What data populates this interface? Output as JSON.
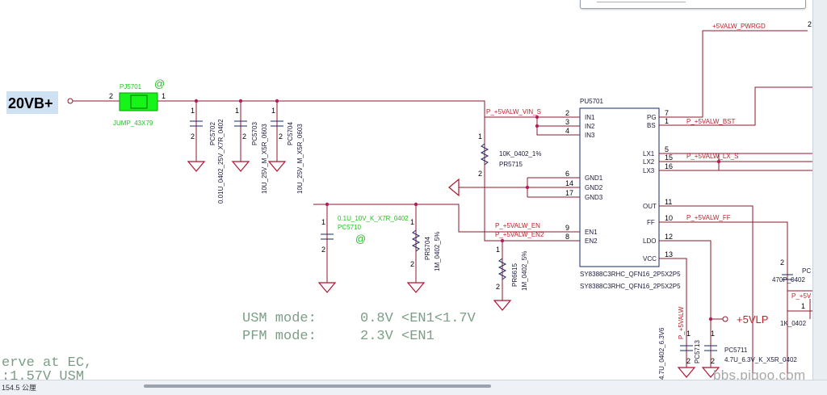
{
  "net_20vb": "20VB+",
  "jumper": {
    "ref": "PJ5701",
    "value": "JUMP_43X79",
    "at": "@",
    "pin_a": "2",
    "pin_b": "1"
  },
  "caps": [
    {
      "ref": "PC5702",
      "value": "0.01U_0402_25V_X7R_0402",
      "p1": "1",
      "p2": "2"
    },
    {
      "ref": "PC5703",
      "value": "10U_25V_M_X5R_0603",
      "p1": "1",
      "p2": "2"
    },
    {
      "ref": "PC5704",
      "value": "10U_25V_M_X5R_0603",
      "p1": "1",
      "p2": "2"
    }
  ],
  "pr5715": {
    "ref": "PR5715",
    "value": "10K_0402_1%",
    "p1": "1",
    "p2": "2"
  },
  "pc5710": {
    "ref": "PC5710",
    "value": "0.1U_10V_K_X7R_0402",
    "at": "@",
    "p1": "1",
    "p2": "2"
  },
  "pr5704": {
    "ref": "PR5704",
    "value": "1M_0402_5%",
    "p1": "1",
    "p2": "2"
  },
  "pr6615": {
    "ref": "PR6615",
    "value": "1M_0402_5%",
    "p1": "1",
    "p2": "2"
  },
  "ic": {
    "ref": "PU5701",
    "part1": "SY8388C3RHC_QFN16_2P5X2P5",
    "part2": "SY8388C3RHC_QFN16_2P5X2P5",
    "left_pins": [
      {
        "name": "IN1",
        "num": "2"
      },
      {
        "name": "IN2",
        "num": "3"
      },
      {
        "name": "IN3",
        "num": "4"
      },
      {
        "name": "GND1",
        "num": "6"
      },
      {
        "name": "GND2",
        "num": "14"
      },
      {
        "name": "GND3",
        "num": "17"
      },
      {
        "name": "EN1",
        "num": "9"
      },
      {
        "name": "EN2",
        "num": "8"
      }
    ],
    "right_pins": [
      {
        "name": "PG",
        "num": "7"
      },
      {
        "name": "BS",
        "num": "1"
      },
      {
        "name": "LX1",
        "num": "5"
      },
      {
        "name": "LX2",
        "num": "15"
      },
      {
        "name": "LX3",
        "num": "16"
      },
      {
        "name": "OUT",
        "num": "11"
      },
      {
        "name": "FF",
        "num": "10"
      },
      {
        "name": "LDO",
        "num": "12"
      },
      {
        "name": "VCC",
        "num": "13"
      }
    ]
  },
  "nets": {
    "vin": "P_+5VALW_VIN_S",
    "en": "P_+5VALW_EN",
    "en2": "P_+5VALW_EN2",
    "bst": "P_+5VALW_BST",
    "lx": "P_+5VALW_LX_S",
    "ff": "P_+5VALW_FF",
    "pwrgd": "+5VALW_PWRGD",
    "pwrgd_pin": "2",
    "vcc_net": "P_+5VALW",
    "vlp": "+5VLP",
    "right_partial": "P_+5V"
  },
  "right_parts": {
    "pc_partial": "PC",
    "cap470": "470P_0402",
    "pin2": "2",
    "pin1": "1",
    "k0402": "1K_0402"
  },
  "bottom_caps": [
    {
      "ref": "PC5713",
      "value": "4.7U_0402_6.3V6",
      "p1": "1",
      "p2": "2"
    },
    {
      "ref": "PC5711",
      "value": "4.7U_6.3V_K_X5R_0402",
      "p1": "1",
      "p2": "2"
    }
  ],
  "notes": {
    "usm_label": "USM mode:",
    "usm_value": "0.8V <EN1<1.7V",
    "pfm_label": "PFM mode:",
    "pfm_value": "2.3V <EN1",
    "left_1": "erve at EC,",
    "left_2": ":1.57V USM"
  },
  "status": {
    "zoom": "154.5 公厘"
  },
  "watermark": "bbs.pigoo.com",
  "colors": {
    "wire": "#8b1a2b",
    "label": "#c0202a",
    "highlight": "#22c322",
    "note": "#7d9e86"
  }
}
